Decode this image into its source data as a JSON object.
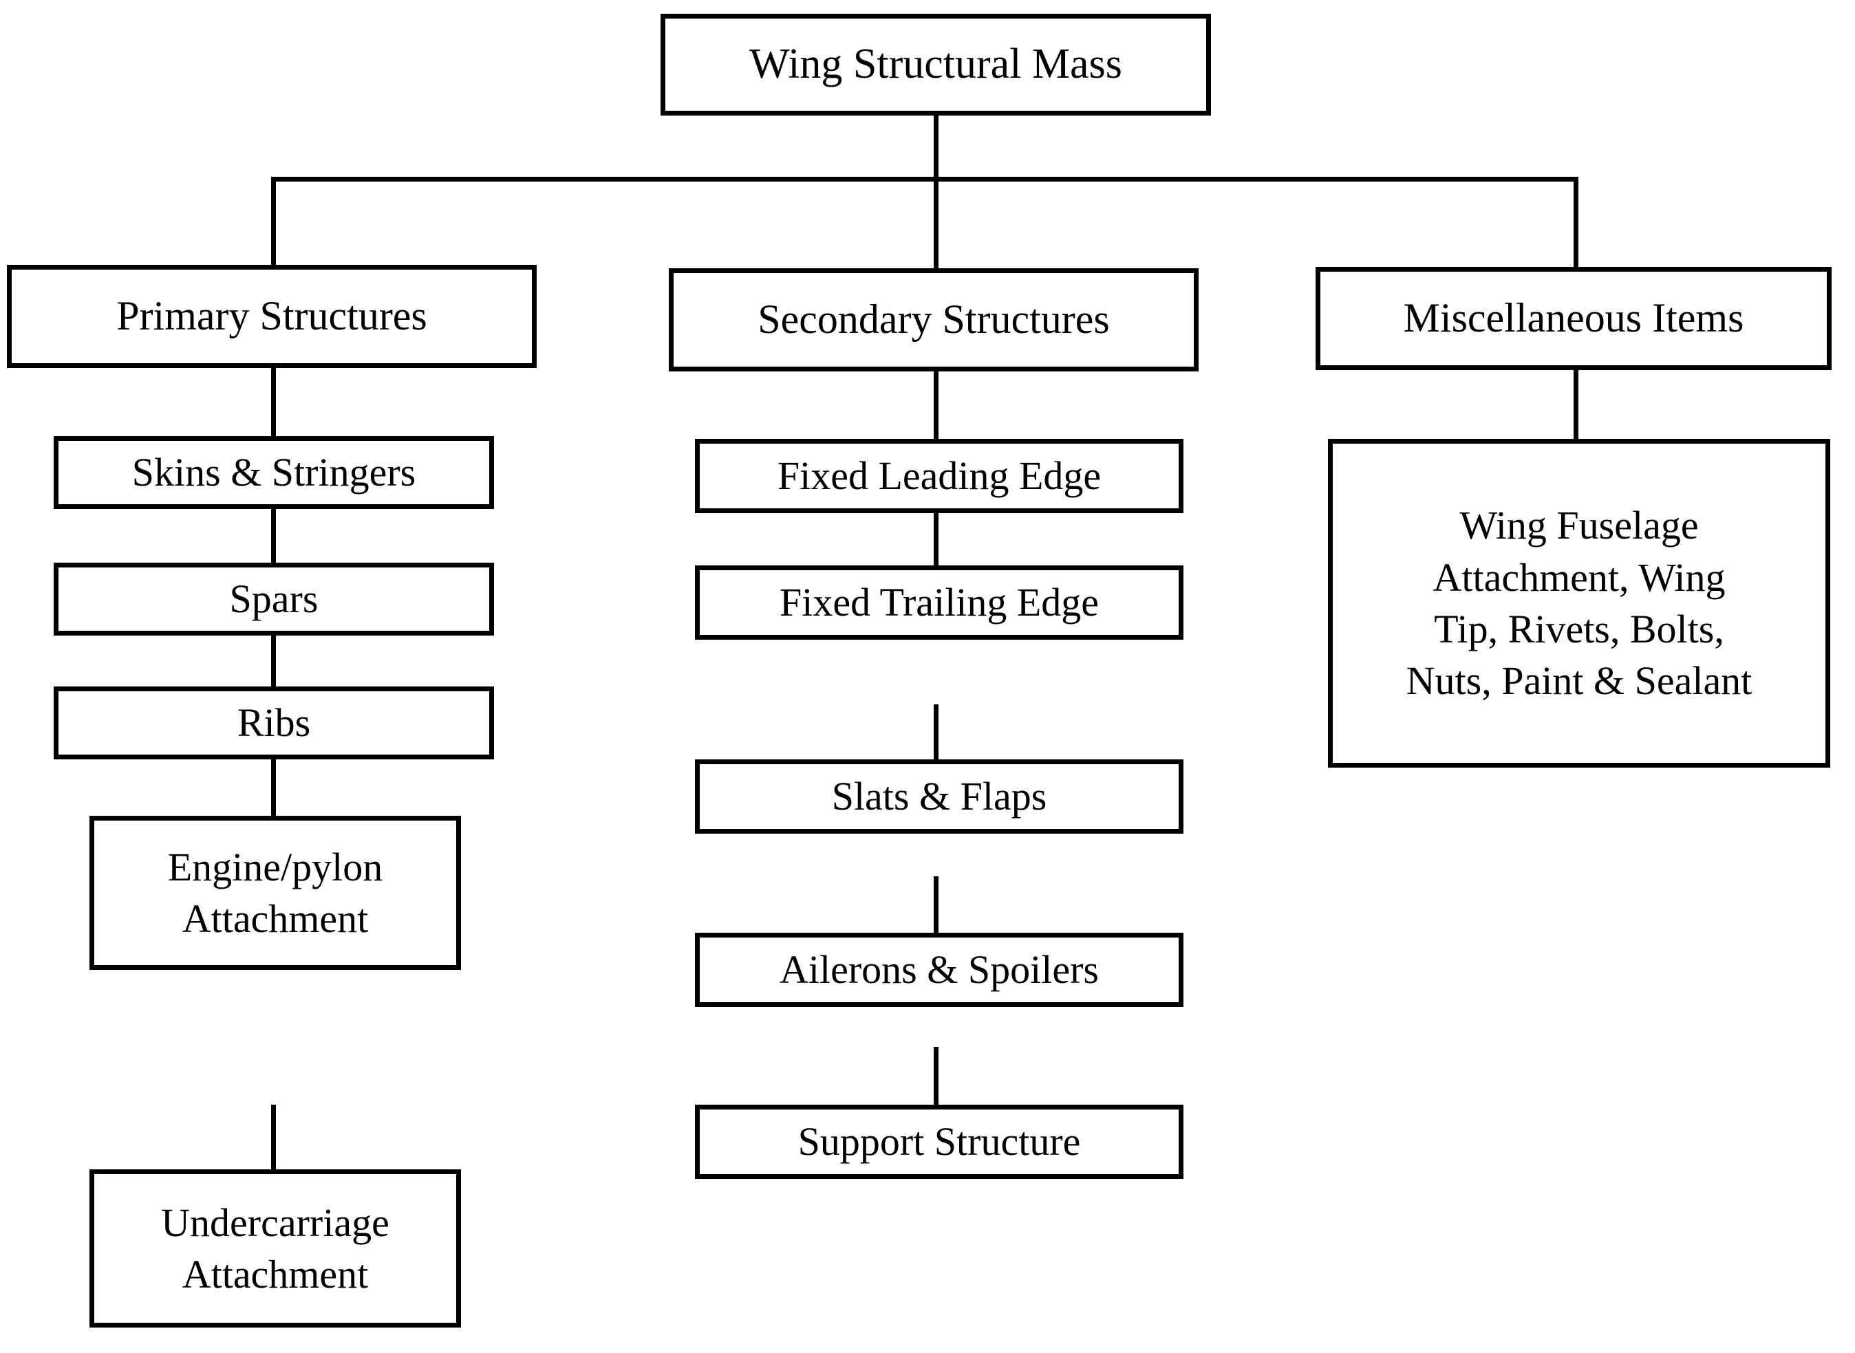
{
  "diagram": {
    "title": "Wing Structural Mass",
    "root": {
      "label": "Wing Structural Mass"
    },
    "branches": [
      {
        "label": "Primary Structures",
        "children": [
          {
            "label": "Skins & Stringers"
          },
          {
            "label": "Spars"
          },
          {
            "label": "Ribs"
          },
          {
            "label": "Engine/pylon\nAttachment"
          },
          {
            "label": "Undercarriage\nAttachment"
          }
        ]
      },
      {
        "label": "Secondary Structures",
        "children": [
          {
            "label": "Fixed Leading Edge"
          },
          {
            "label": "Fixed Trailing Edge"
          },
          {
            "label": "Slats & Flaps"
          },
          {
            "label": "Ailerons & Spoilers"
          },
          {
            "label": "Support Structure"
          }
        ]
      },
      {
        "label": "Miscellaneous Items",
        "children": [
          {
            "label": "Wing Fuselage\nAttachment, Wing\nTip, Rivets, Bolts,\nNuts, Paint & Sealant"
          }
        ]
      }
    ],
    "colors": {
      "stroke": "#000000",
      "fill": "#ffffff",
      "text": "#000000"
    }
  }
}
